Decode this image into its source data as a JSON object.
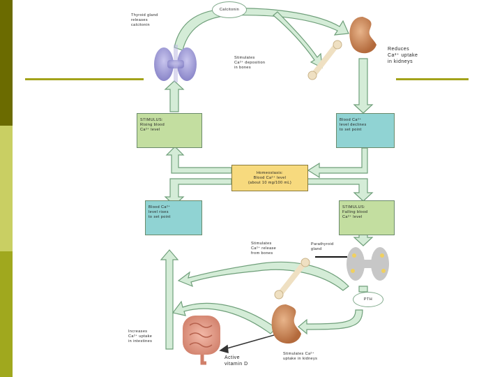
{
  "colors": {
    "stripe_dark": "#6b6b00",
    "stripe_light": "#c9cf63",
    "rule": "#a3a31a",
    "arrow_fill": "#d4ecd7",
    "arrow_stroke": "#6f9f7a",
    "stimulus_box": "#c3dea0",
    "response_box": "#90d3d3",
    "homeostasis_box": "#f7da7e"
  },
  "icons": [
    "thyroid-gland-icon",
    "kidney-icon",
    "bone-icon",
    "parathyroid-gland-icon",
    "intestine-icon"
  ],
  "labels": {
    "calcitonin": "Calcitonin",
    "thyroid_release": "Thyroid gland\nreleases\ncalcitonin",
    "reduces_uptake": "Reduces\nCa²⁺ uptake\nin kidneys",
    "stimulates_deposition": "Stimulates\nCa²⁺ deposition\nin bones",
    "stimulus_rising": "STIMULUS:\nRising blood\nCa²⁺ level",
    "blood_declines": "Blood Ca²⁺\nlevel declines\nto set point",
    "homeostasis": "Homeostasis:\nBlood Ca²⁺ level\n(about 10 mg/100 mL)",
    "blood_rises": "Blood Ca²⁺\nlevel rises\nto set point",
    "stimulus_falling": "STIMULUS:\nFalling blood\nCa²⁺ level",
    "stimulates_release": "Stimulates\nCa²⁺ release\nfrom bones",
    "parathyroid": "Parathyroid\ngland",
    "pth": "PTH",
    "increases_uptake": "Increases\nCa²⁺ uptake\nin intestines",
    "active_vitamin_d": "Active\nvitamin D",
    "stimulates_uptake_kidneys": "Stimulates Ca²⁺\nuptake in kidneys"
  }
}
